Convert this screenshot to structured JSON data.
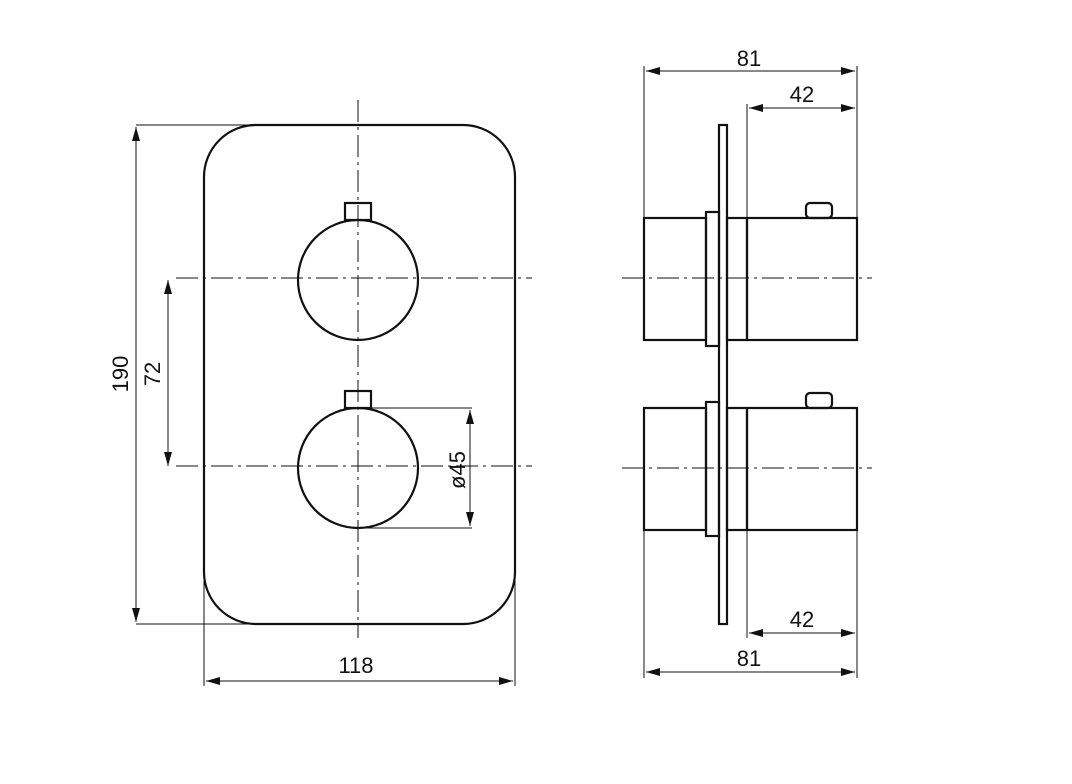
{
  "front_view": {
    "height_label": "190",
    "spacing_label": "72",
    "diameter_label": "ø45",
    "width_label": "118"
  },
  "side_view": {
    "top_total_depth_label": "81",
    "top_knob_depth_label": "42",
    "bottom_knob_depth_label": "42",
    "bottom_total_depth_label": "81"
  },
  "colors": {
    "line": "#111111",
    "background": "#ffffff"
  }
}
